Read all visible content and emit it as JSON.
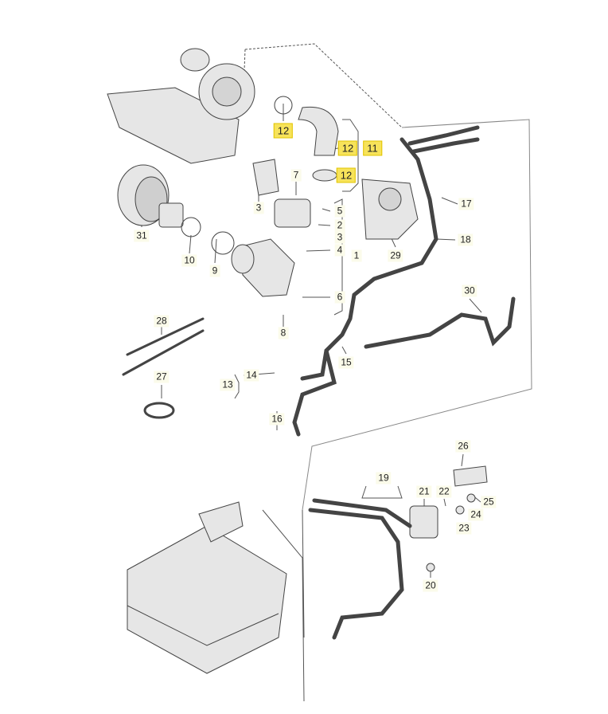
{
  "diagram": {
    "title": "",
    "labels": [
      "12",
      "12",
      "11",
      "12",
      "7",
      "3",
      "5",
      "2",
      "3",
      "4",
      "1",
      "6",
      "8",
      "31",
      "10",
      "9",
      "17",
      "18",
      "29",
      "30",
      "28",
      "27",
      "14",
      "13",
      "15",
      "16",
      "26",
      "19",
      "21",
      "22",
      "25",
      "24",
      "23",
      "20"
    ],
    "highlight_color": "#f7e35a",
    "highlighted_labels": [
      "12",
      "11"
    ]
  }
}
